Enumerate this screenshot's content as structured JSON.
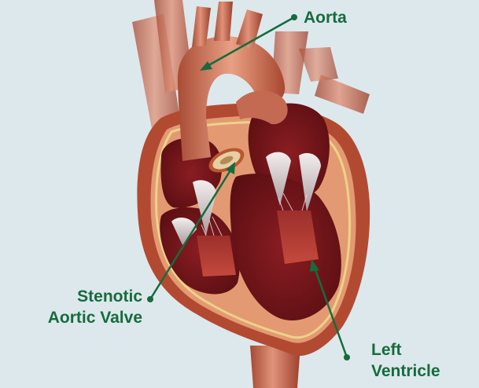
{
  "colors": {
    "background": "#dde8ec",
    "label_text": "#166b3e",
    "leader_line": "#166b3e",
    "heart_outer": "#b24a32",
    "heart_muscle": "#e39a72",
    "chamber_interior": "#6e1418",
    "vessel": "#c9745a",
    "valve": "#d7c8c3",
    "outline_yellow": "#ecd28a"
  },
  "labels": {
    "aorta": "Aorta",
    "stenotic_aortic_valve": [
      "Stenotic",
      "Aortic Valve"
    ],
    "left_ventricle": [
      "Left",
      "Ventricle"
    ]
  },
  "icons": {
    "label_dot": "filled-circle"
  }
}
